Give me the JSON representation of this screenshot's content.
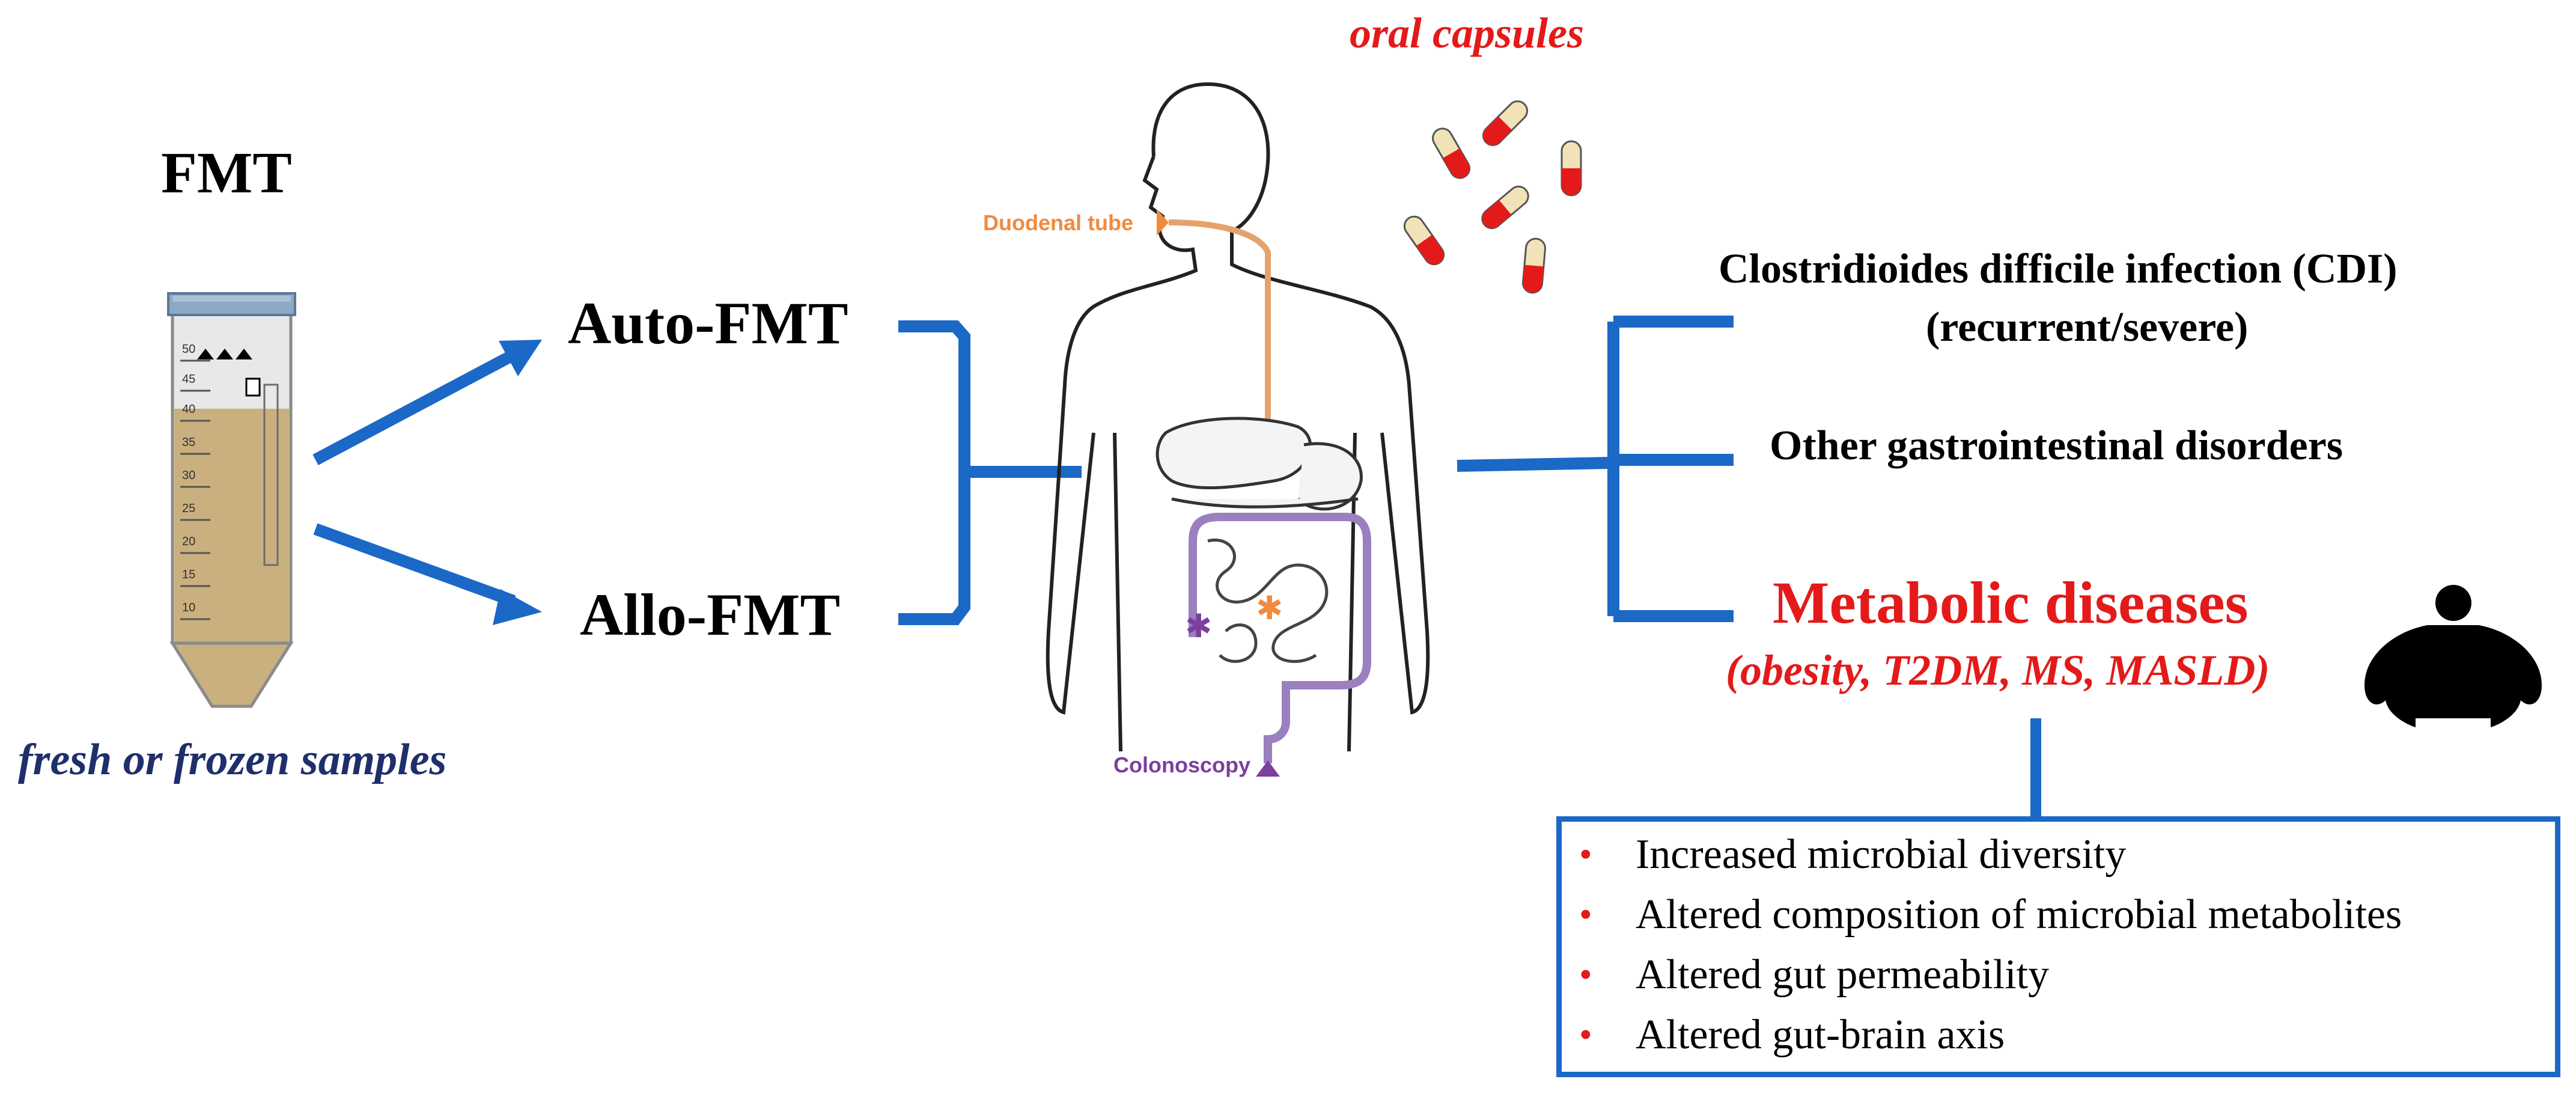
{
  "fmt_title": "FMT",
  "samples_caption": "fresh or frozen samples",
  "methods": {
    "auto": "Auto-FMT",
    "allo": "Allo-FMT"
  },
  "delivery": {
    "oral": "oral capsules",
    "duodenal": "Duodenal tube",
    "colonoscopy": "Colonoscopy"
  },
  "conditions": {
    "cdi_line1": "Clostridioides difficile infection (CDI)",
    "cdi_line2": "(recurrent/severe)",
    "other_gi": "Other gastrointestinal disorders",
    "metabolic": "Metabolic diseases",
    "metabolic_sub": "(obesity, T2DM, MS, MASLD)"
  },
  "effects": [
    "Increased microbial diversity",
    "Altered composition of microbial metabolites",
    "Altered gut permeability",
    "Altered gut-brain axis"
  ],
  "tube_marks": [
    "50",
    "45",
    "40",
    "35",
    "30",
    "25",
    "20",
    "15",
    "10"
  ],
  "colors": {
    "connector_blue": "#1b68c6",
    "highlight_red": "#e41a1a",
    "caption_navy": "#1f2f6b",
    "duodenal_orange": "#f08a3e",
    "colon_purple": "#7b3f9e"
  }
}
